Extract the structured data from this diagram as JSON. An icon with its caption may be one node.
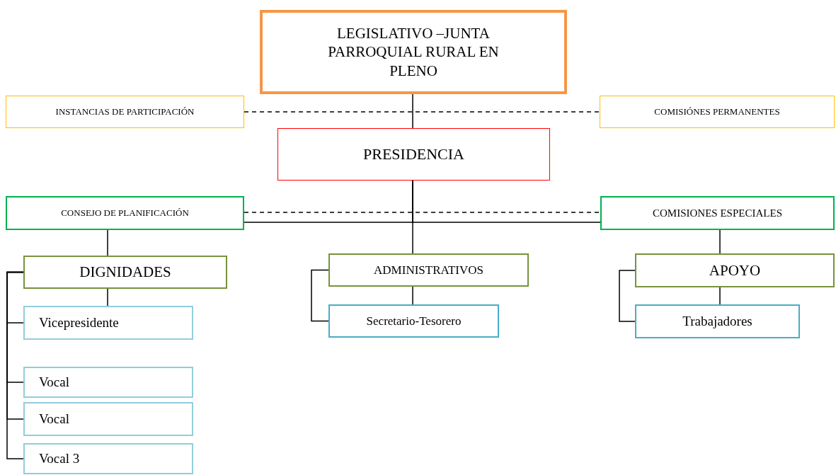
{
  "diagram": {
    "nodes": [
      {
        "text": [
          "LEGISLATIVO –JUNTA PARROQUIAL RURAL EN PLENO"
        ]
      },
      {
        "text": [
          "INSTANCIAS DE PARTICIPACIÓN"
        ]
      },
      {
        "text": [
          "COMISIÓNES PERMANENTES"
        ]
      },
      {
        "text": [
          "PRESIDENCIA"
        ]
      },
      {
        "text": [
          "CONSEJO DE PLANIFICACIÓN"
        ]
      },
      {
        "text": [
          "COMISIONES ESPECIALES"
        ]
      },
      {
        "text": [
          "DIGNIDADES"
        ]
      },
      {
        "text": [
          "Vicepresidente"
        ]
      },
      {
        "text": [
          "Vocal"
        ]
      },
      {
        "text": [
          "Vocal"
        ]
      },
      {
        "text": [
          "Vocal 3"
        ]
      },
      {
        "text": [
          "ADMINISTRATIVOS"
        ]
      },
      {
        "text": [
          "Secretario-Tesorero"
        ]
      },
      {
        "text": [
          "APOYO"
        ]
      },
      {
        "text": [
          "Trabajadores"
        ]
      }
    ],
    "edges": [
      {
        "from": 0,
        "to": 3,
        "arrow": "none"
      },
      {
        "from": 1,
        "to": 2,
        "arrow": "none",
        "style": "dashed"
      },
      {
        "from": 3,
        "to": 4,
        "arrow": "none"
      },
      {
        "from": 3,
        "to": 5,
        "arrow": "none"
      },
      {
        "from": 3,
        "to": 11,
        "arrow": "none"
      },
      {
        "from": 4,
        "to": 5,
        "arrow": "none",
        "style": "dashed"
      },
      {
        "from": 4,
        "to": 6,
        "arrow": "none"
      },
      {
        "from": 6,
        "to": 7,
        "arrow": "none"
      },
      {
        "from": 6,
        "to": 7,
        "arrow": "none"
      },
      {
        "from": 6,
        "to": 8,
        "arrow": "none"
      },
      {
        "from": 6,
        "to": 9,
        "arrow": "none"
      },
      {
        "from": 6,
        "to": 10,
        "arrow": "none"
      },
      {
        "from": 11,
        "to": 12,
        "arrow": "none"
      },
      {
        "from": 11,
        "to": 12,
        "arrow": "none"
      },
      {
        "from": 5,
        "to": 13,
        "arrow": "none"
      },
      {
        "from": 13,
        "to": 14,
        "arrow": "none"
      },
      {
        "from": 13,
        "to": 14,
        "arrow": "none"
      }
    ]
  }
}
